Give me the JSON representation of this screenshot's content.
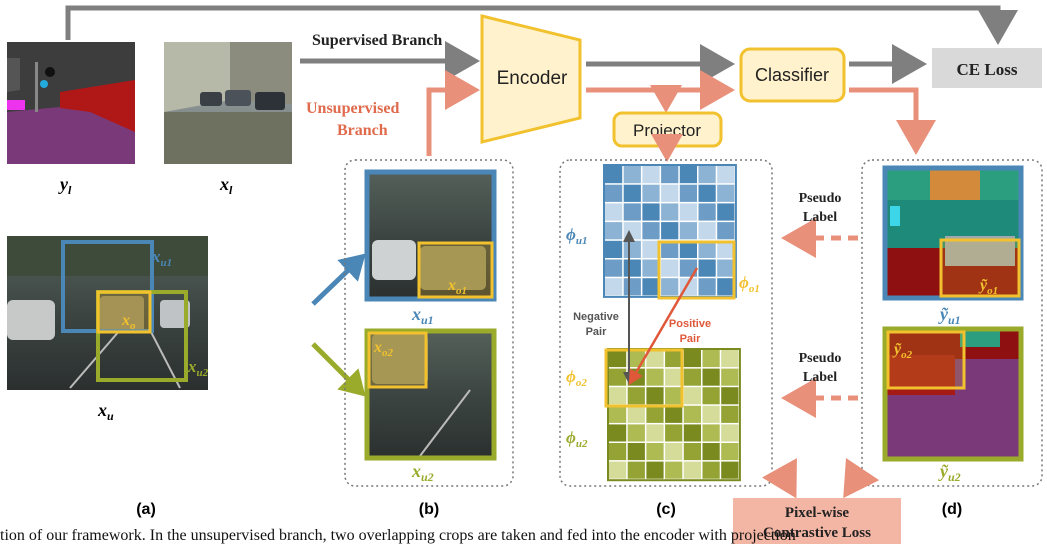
{
  "branches": {
    "supervised": "Supervised Branch",
    "unsupervised_line1": "Unsupervised",
    "unsupervised_line2": "Branch"
  },
  "modules": {
    "encoder": "Encoder",
    "classifier": "Classifier",
    "projector": "Projector",
    "ce_loss": "CE Loss",
    "contrastive_line1": "Pixel-wise",
    "contrastive_line2": "Contrastive Loss"
  },
  "symbols": {
    "y_l": "y",
    "y_l_sub": "l",
    "x_l": "x",
    "x_l_sub": "l",
    "x_u": "x",
    "x_u_sub": "u",
    "x_u1": "x",
    "x_u1_sub": "u1",
    "x_u2": "x",
    "x_u2_sub": "u2",
    "x_o": "x",
    "x_o_sub": "o",
    "x_o1": "x",
    "x_o1_sub": "o1",
    "x_o2": "x",
    "x_o2_sub": "o2",
    "phi_u1": "ϕ",
    "phi_u1_sub": "u1",
    "phi_u2": "ϕ",
    "phi_u2_sub": "u2",
    "phi_o1": "ϕ",
    "phi_o1_sub": "o1",
    "phi_o2": "ϕ",
    "phi_o2_sub": "o2",
    "yt_u1": "ỹ",
    "yt_u1_sub": "u1",
    "yt_u2": "ỹ",
    "yt_u2_sub": "u2",
    "yt_o1": "ỹ",
    "yt_o1_sub": "o1",
    "yt_o2": "ỹ",
    "yt_o2_sub": "o2"
  },
  "pairs": {
    "negative_line1": "Negative",
    "negative_line2": "Pair",
    "positive_line1": "Positive",
    "positive_line2": "Pair"
  },
  "pseudo": {
    "top_line1": "Pseudo",
    "top_line2": "Label",
    "bottom_line1": "Pseudo",
    "bottom_line2": "Label"
  },
  "panels": {
    "a": "(a)",
    "b": "(b)",
    "c": "(c)",
    "d": "(d)"
  },
  "caption": "tion of our framework. In the unsupervised branch, two overlapping crops are taken and fed into the encoder with projection",
  "colors": {
    "blue": "#4a86b6",
    "green": "#9aaa2a",
    "gold": "#f2c12e",
    "salmon": "#e8907a",
    "gray_arrow": "#7f7f7f",
    "module_fill": "#fff2cc",
    "module_border": "#f2c12e",
    "contrastive_fill": "#f4b6a4"
  }
}
